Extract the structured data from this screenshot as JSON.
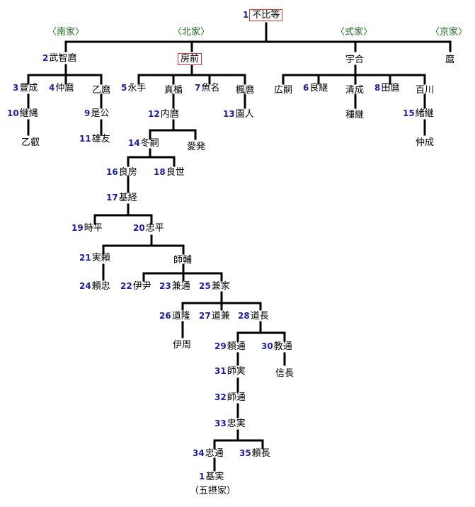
{
  "families": {
    "nanke": "〈南家〉",
    "hokke": "〈北家〉",
    "shikike": "〈式家〉",
    "kyoke": "〈京家〉"
  },
  "people": {
    "fuhito": {
      "num": "1",
      "name": "不比等"
    },
    "muchimaro": {
      "num": "2",
      "name": "武智麿"
    },
    "fusasaki": {
      "num": "",
      "name": "房前"
    },
    "umakai": {
      "num": "",
      "name": "宇合"
    },
    "maro": {
      "num": "",
      "name": "麿"
    },
    "toyonari": {
      "num": "3",
      "name": "豊成"
    },
    "nakamaro": {
      "num": "4",
      "name": "仲麿"
    },
    "otomaro": {
      "num": "",
      "name": "乙麿"
    },
    "nagate": {
      "num": "5",
      "name": "永手"
    },
    "matate": {
      "num": "",
      "name": "真楯"
    },
    "uona": {
      "num": "7",
      "name": "魚名"
    },
    "kaedemaro": {
      "num": "",
      "name": "楓麿"
    },
    "hirotsugu": {
      "num": "",
      "name": "広嗣"
    },
    "yoshitsugu": {
      "num": "6",
      "name": "良継"
    },
    "kiyonari": {
      "num": "",
      "name": "清成"
    },
    "momokawa": {
      "num": "8",
      "name": "田麿"
    },
    "momokawa2": {
      "num": "",
      "name": "百川"
    },
    "tsugutada": {
      "num": "10",
      "name": "継縄"
    },
    "korekimi": {
      "num": "9",
      "name": "是公"
    },
    "uchimaro": {
      "num": "12",
      "name": "内麿"
    },
    "sonohito": {
      "num": "13",
      "name": "園人"
    },
    "tanetsugu": {
      "num": "",
      "name": "種継"
    },
    "otsugu": {
      "num": "15",
      "name": "緒継"
    },
    "otoei": {
      "num": "",
      "name": "乙叡"
    },
    "otomo": {
      "num": "11",
      "name": "雄友"
    },
    "fuyutsugu": {
      "num": "14",
      "name": "冬嗣"
    },
    "manatsu": {
      "num": "",
      "name": "愛発"
    },
    "nakanari": {
      "num": "",
      "name": "仲成"
    },
    "yoshifusa": {
      "num": "16",
      "name": "良房"
    },
    "yoshiyo": {
      "num": "18",
      "name": "良世"
    },
    "mototsune": {
      "num": "17",
      "name": "基経"
    },
    "tokihira": {
      "num": "19",
      "name": "時平"
    },
    "tadahira": {
      "num": "20",
      "name": "忠平"
    },
    "saneyori": {
      "num": "21",
      "name": "実頼"
    },
    "morosuke": {
      "num": "",
      "name": "師輔"
    },
    "yoritada": {
      "num": "24",
      "name": "頼忠"
    },
    "koretada": {
      "num": "22",
      "name": "伊尹"
    },
    "kanemichi": {
      "num": "23",
      "name": "兼通"
    },
    "kaneie": {
      "num": "25",
      "name": "兼家"
    },
    "michitaka": {
      "num": "26",
      "name": "道隆"
    },
    "michikane": {
      "num": "27",
      "name": "道兼"
    },
    "michinaga": {
      "num": "28",
      "name": "道長"
    },
    "korechika": {
      "num": "",
      "name": "伊周"
    },
    "yorimichi": {
      "num": "29",
      "name": "頼通"
    },
    "norimichi": {
      "num": "30",
      "name": "教通"
    },
    "morozane": {
      "num": "31",
      "name": "師実"
    },
    "nobunaga": {
      "num": "",
      "name": "信長"
    },
    "moromichi": {
      "num": "32",
      "name": "師通"
    },
    "tadazane": {
      "num": "33",
      "name": "忠実"
    },
    "tadamichi": {
      "num": "34",
      "name": "忠通"
    },
    "yorinaga": {
      "num": "35",
      "name": "頼長"
    },
    "motozane": {
      "num": "1",
      "name": "基実"
    }
  },
  "footer_note": "（五摂家）"
}
